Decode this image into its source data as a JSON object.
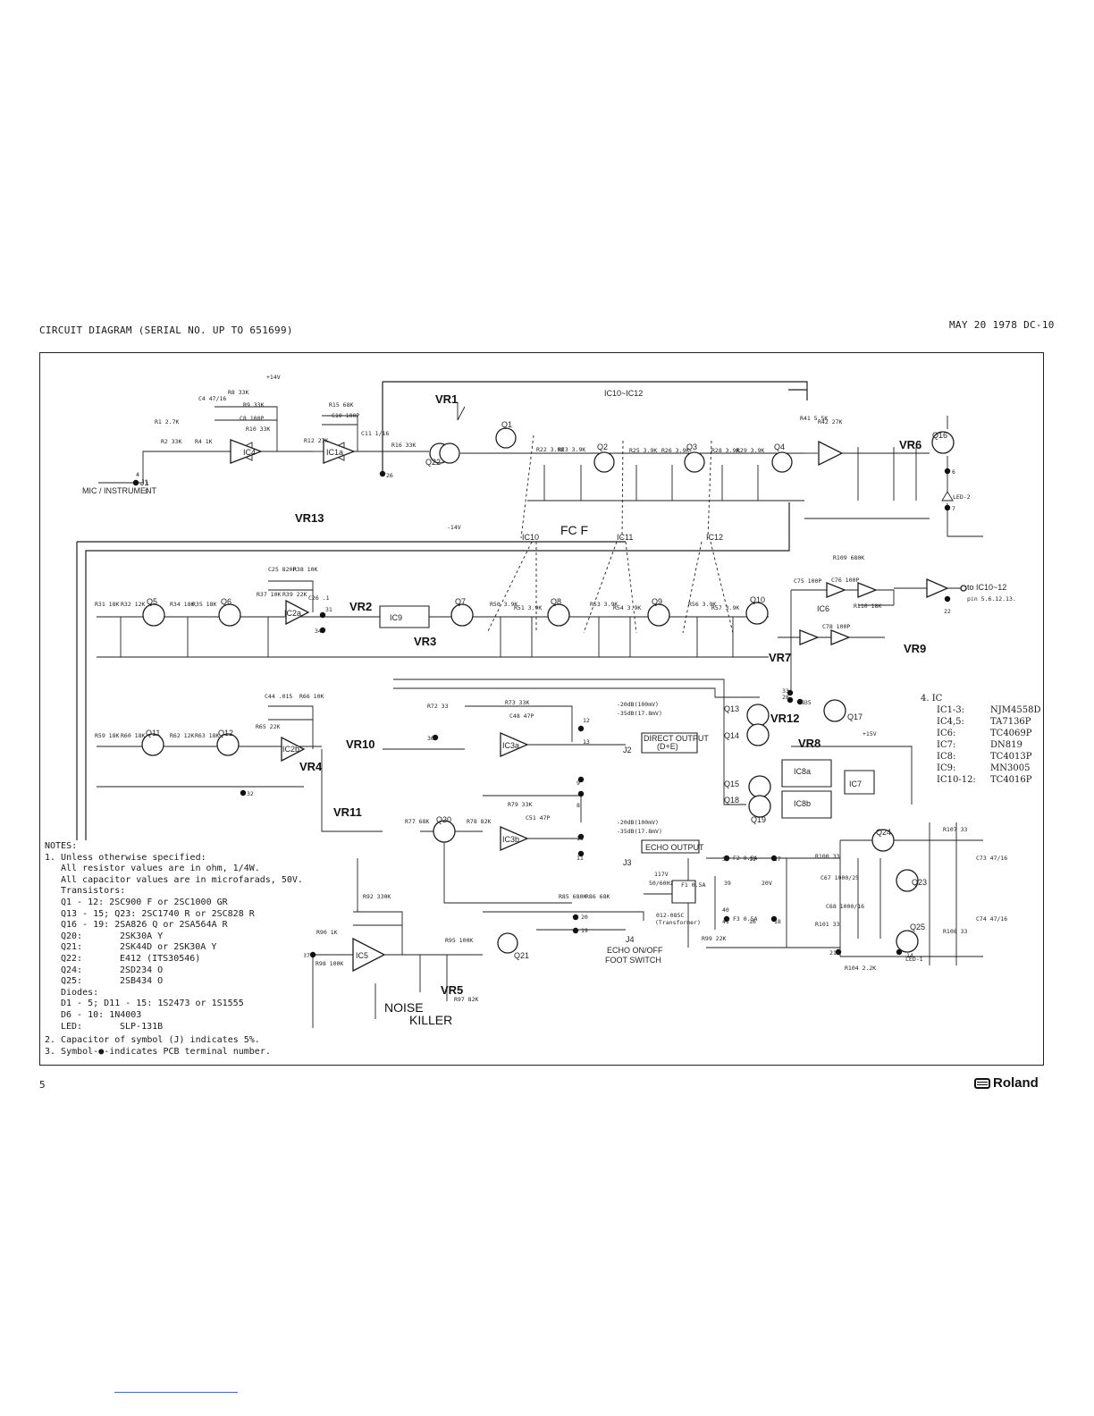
{
  "header": {
    "title": "CIRCUIT DIAGRAM (SERIAL NO. UP TO 651699)",
    "date": "MAY 20 1978 DC-10"
  },
  "footer": {
    "page_number": "5",
    "brand": "Roland"
  },
  "notes": {
    "heading": "NOTES:",
    "item1": "1. Unless otherwise specified:",
    "resistors": "All resistor values are in ohm, 1/4W.",
    "capacitors": "All capacitor values are in microfarads, 50V.",
    "transistors_heading": "Transistors:",
    "transistors": [
      {
        "ref": "Q1 - 12:",
        "part": "2SC900 F or 2SC1000 GR"
      },
      {
        "ref": "Q13 - 15; Q23:",
        "part": "2SC1740 R or 2SC828 R"
      },
      {
        "ref": "Q16 - 19:",
        "part": "2SA826 Q or 2SA564A R"
      },
      {
        "ref": "Q20:",
        "part": "2SK30A Y"
      },
      {
        "ref": "Q21:",
        "part": "2SK44D or 2SK30A Y"
      },
      {
        "ref": "Q22:",
        "part": "E412 (ITS30546)"
      },
      {
        "ref": "Q24:",
        "part": "2SD234 O"
      },
      {
        "ref": "Q25:",
        "part": "2SB434 O"
      }
    ],
    "diodes_heading": "Diodes:",
    "diodes": [
      {
        "ref": "D1 - 5; D11 - 15:",
        "part": "1S2473 or 1S1555"
      },
      {
        "ref": "D6 - 10:",
        "part": "1N4003"
      },
      {
        "ref": "LED:",
        "part": "SLP-131B"
      }
    ],
    "item2": "2. Capacitor of symbol (J) indicates 5%.",
    "item3": "3. Symbol-●-indicates PCB terminal number."
  },
  "ic_list": {
    "heading": "4. IC",
    "items": [
      {
        "ref": "IC1-3:",
        "part": "NJM4558D"
      },
      {
        "ref": "IC4,5:",
        "part": "TA7136P"
      },
      {
        "ref": "IC6:",
        "part": "TC4069P"
      },
      {
        "ref": "IC7:",
        "part": "DN819"
      },
      {
        "ref": "IC8:",
        "part": "TC4013P"
      },
      {
        "ref": "IC9:",
        "part": "MN3005"
      },
      {
        "ref": "IC10-12:",
        "part": "TC4016P"
      }
    ]
  },
  "schematic": {
    "block_labels": {
      "fcf": "FC F",
      "noise": "NOISE",
      "killer": "KILLER",
      "direct_output": "DIRECT OUTPUT",
      "direct_output_sub": "(D+E)",
      "echo_output": "ECHO OUTPUT",
      "echo_footswitch": "ECHO ON/OFF",
      "foot_switch": "FOOT SWITCH",
      "mic_instrument": "MIC / INSTRUMENT",
      "to_ic": "to IC10~12",
      "to_ic_pins": "pin 5.6.12.13.",
      "transformer": "(Transformer)"
    },
    "vr": [
      "VR1",
      "VR2",
      "VR3",
      "VR4",
      "VR5",
      "VR6",
      "VR7",
      "VR8",
      "VR9",
      "VR10",
      "VR11",
      "VR12",
      "VR13"
    ],
    "ic_labels": [
      "IC4",
      "IC1a",
      "IC9",
      "IC2a",
      "IC2b",
      "IC3a",
      "IC3b",
      "IC5",
      "IC6",
      "IC7",
      "IC8a",
      "IC8b",
      "IC10",
      "IC11",
      "IC12",
      "IC10~IC12"
    ],
    "transistors_top": [
      "Q1",
      "Q2",
      "Q3",
      "Q4",
      "Q16"
    ],
    "transistors_mid": [
      "Q5",
      "Q6",
      "Q7",
      "Q8",
      "Q9",
      "Q10"
    ],
    "transistors_low": [
      "Q11",
      "Q12",
      "Q13",
      "Q14",
      "Q15",
      "Q17",
      "Q18",
      "Q19",
      "Q20",
      "Q21",
      "Q22",
      "Q23",
      "Q24",
      "Q25"
    ],
    "rail_labels": {
      "pos": "+14V",
      "neg": "-14V",
      "pos15": "+15V"
    },
    "output_levels_direct": [
      "-20dB(100mV)",
      "-35dB(17.8mV)"
    ],
    "output_levels_echo": [
      "-20dB(100mV)",
      "-35dB(17.8mV)"
    ],
    "jacks": [
      "J1",
      "J2",
      "J3",
      "J4"
    ],
    "leds": [
      "LED-1",
      "LED-2"
    ],
    "terminals": [
      "4",
      "3",
      "5",
      "6",
      "7",
      "8",
      "9",
      "10",
      "11",
      "12",
      "13",
      "14",
      "15",
      "16",
      "17",
      "18",
      "19",
      "20",
      "21",
      "22",
      "26",
      "28",
      "29",
      "31",
      "32",
      "33",
      "34",
      "35",
      "36",
      "37",
      "38",
      "39",
      "40",
      "41"
    ],
    "component_values_top": [
      "R1 2.7K",
      "R2 33K",
      "R4 1K",
      "R8 33K",
      "R9 33K",
      "R10 33K",
      "R12 27K",
      "R15 68K",
      "R16 33K",
      "R22 3.9K",
      "R23 3.9K",
      "R25 3.9K",
      "R26 3.9K",
      "R28 3.9K",
      "R29 3.9K",
      "R41 5.5K",
      "R42 27K",
      "C4 47/16",
      "C8 100P",
      "C10 100P",
      "C11 1/16"
    ],
    "component_values_mid": [
      "R31 18K",
      "R32 12K",
      "R34 18K",
      "R35 18K",
      "R37 10K",
      "R38 10K",
      "R39 22K",
      "R50 3.9K",
      "R51 3.9K",
      "R53 3.9K",
      "R54 3.9K",
      "R56 3.9K",
      "R57 3.9K",
      "R109 680K",
      "R110 18K",
      "C25 820P",
      "C26 .1",
      "C75 100P",
      "C76 100P",
      "C78 100P"
    ],
    "component_values_low": [
      "R59 18K",
      "R60 18K",
      "R62 12K",
      "R63 18K",
      "R65 22K",
      "R66 10K",
      "R72 33",
      "R73 33K",
      "R77 68K",
      "R78 82K",
      "R79 33K",
      "R85 680K",
      "R86 68K",
      "R90 1K",
      "R92 330K",
      "R95 100K",
      "R97 82K",
      "R98 100K",
      "R99 22K",
      "R100 33",
      "R101 33",
      "R104 2.2K",
      "R107 33",
      "R108 33",
      "C44 .015",
      "C48 47P",
      "C51 47P",
      "C67 1000/25",
      "C68 1000/16",
      "C73 47/16",
      "C74 47/16"
    ],
    "power": {
      "fuse1": "F1 0.5A",
      "fuse2": "F2 0.5A",
      "fuse3": "F3 0.5A",
      "voltage": "117V",
      "frequency": "50/60Hz",
      "transformer_part": "012-085C",
      "secondary": "20V"
    }
  },
  "colors": {
    "ink": "#1e1e1e",
    "paper": "#ffffff",
    "link_underline": "#4a64d8"
  }
}
